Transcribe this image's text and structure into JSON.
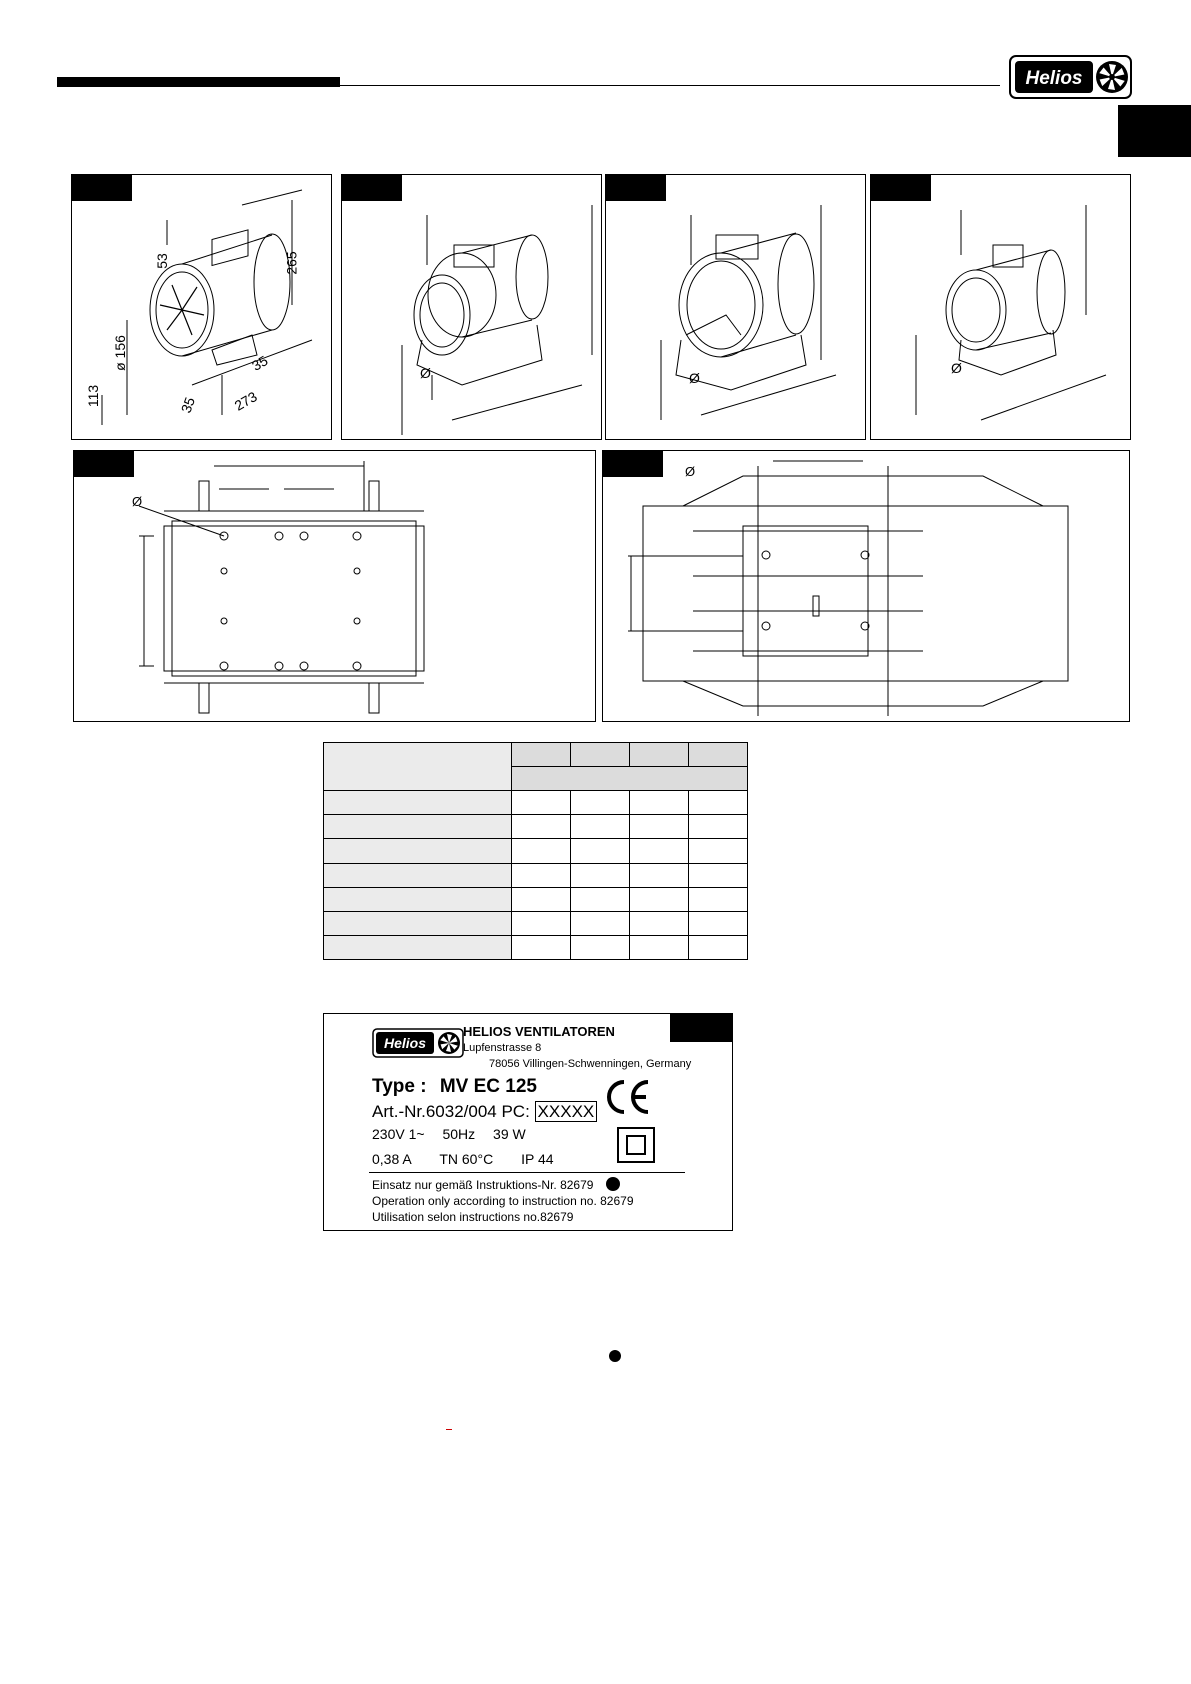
{
  "header": {
    "logo_text": "Helios"
  },
  "figures": {
    "fig1": {
      "dimensions": [
        "53",
        "265",
        "ø 156",
        "113",
        "35",
        "35",
        "273"
      ]
    },
    "fig2_symbol": "Ø",
    "fig3_symbol": "Ø",
    "fig4_symbol": "Ø",
    "fig5_symbol": "Ø",
    "fig6_symbol": "Ø"
  },
  "spec_table": {
    "rows": 7,
    "value_columns": 4
  },
  "rating_plate": {
    "logo_text": "Helios",
    "company": "HELIOS VENTILATOREN",
    "street": "Lupfenstrasse 8",
    "city": "78056 Villingen-Schwenningen, Germany",
    "type_label": "Type :",
    "type_value": "MV EC 125",
    "art_nr": "Art.-Nr.6032/004 PC:",
    "pc_value": "XXXXX",
    "voltage": "230V 1~",
    "frequency": "50Hz",
    "power": "39 W",
    "current": "0,38 A",
    "temp": "TN 60°C",
    "ip": "IP 44",
    "ce_mark": "CE",
    "instruction_de": "Einsatz nur gemäß Instruktions-Nr. 82679",
    "instruction_en": "Operation only according to instruction no. 82679",
    "instruction_fr": "Utilisation selon instructions no.82679"
  }
}
